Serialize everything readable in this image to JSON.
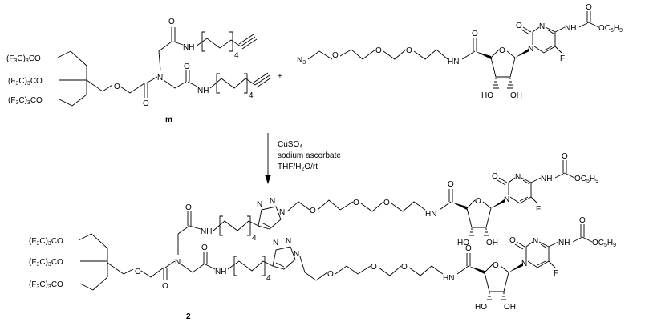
{
  "reactants": {
    "m": {
      "compound_label": "m",
      "groups": {
        "orthoester_a": "(F3C)3CO",
        "orthoester_b": "(F3C)3CO",
        "orthoester_c": "(F3C)3CO",
        "amide_o_top": "O",
        "amide_nh_top": "NH",
        "repeat_top": "4",
        "amide_o_mid": "O",
        "n_center": "N",
        "ether_o": "O",
        "amide_o_bottom": "O",
        "amide_nh_bottom": "NH",
        "repeat_bottom": "4"
      }
    },
    "plus_sign": "+",
    "azide_nucleoside": {
      "azide": "N3",
      "ether_o1": "O",
      "ether_o2": "O",
      "ether_o3": "O",
      "amide_nh": "HN",
      "amide_o": "O",
      "ring_o": "O",
      "ring_ho1": "HO",
      "ring_oh2": "OH",
      "base_o": "O",
      "base_n1": "N",
      "base_n2": "N",
      "base_f": "F",
      "carbamate_nh": "NH",
      "carbamate_o_top": "O",
      "carbamate_oc5h9": "OC5H9"
    }
  },
  "conditions": {
    "reagent": "CuSO4",
    "additive": "sodium ascorbate",
    "solvent": "THF/H2O/rt"
  },
  "product": {
    "compound_label": "2"
  }
}
